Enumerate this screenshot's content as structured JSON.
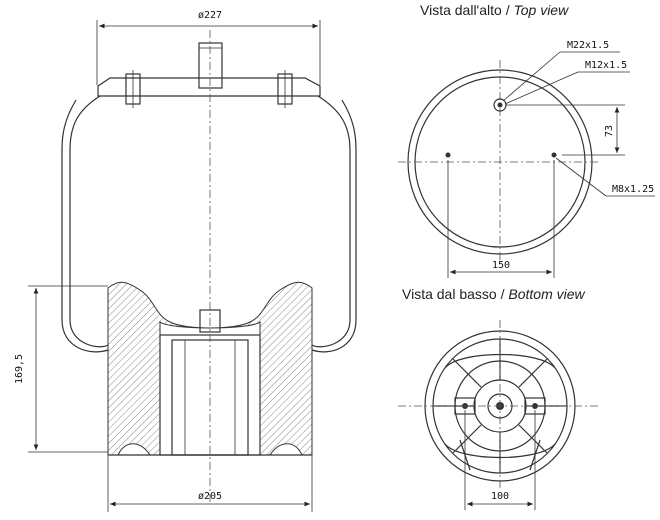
{
  "side_view": {
    "dim_top_diameter": "ø227",
    "dim_height": "169,5",
    "dim_bottom_diameter": "ø205"
  },
  "top_view": {
    "title_it": "Vista dall'alto / ",
    "title_en": "Top view",
    "callout_m22": "M22x1.5",
    "callout_m12": "M12x1.5",
    "callout_m8": "M8x1.25",
    "dim_offset": "73",
    "dim_spacing": "150"
  },
  "bottom_view": {
    "title_it": "Vista dal basso / ",
    "title_en": "Bottom view",
    "dim_spacing": "100"
  }
}
